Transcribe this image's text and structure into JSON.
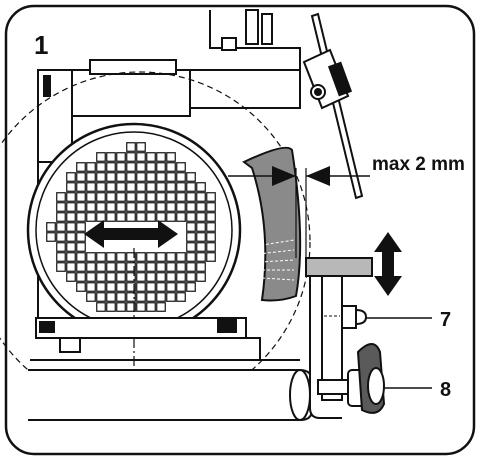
{
  "figure": {
    "number": "1",
    "clearance_label": "max 2 mm",
    "callouts": [
      {
        "id": "7"
      },
      {
        "id": "8"
      }
    ]
  },
  "icons": {
    "horizontal_arrow": "double-arrow-horizontal-icon",
    "vertical_arrow": "double-arrow-vertical-icon",
    "fan_cover": "fan-grille-icon",
    "grinding_wheel": "grinding-wheel-icon",
    "tool_rest": "tool-rest-icon",
    "clamp_knob": "clamp-knob-icon"
  },
  "colors": {
    "line": "#111111",
    "wheel_fill": "#8a8a8a",
    "rest_fill": "#b8b8b8",
    "knob_fill": "#5a5a5a",
    "background": "#ffffff"
  }
}
